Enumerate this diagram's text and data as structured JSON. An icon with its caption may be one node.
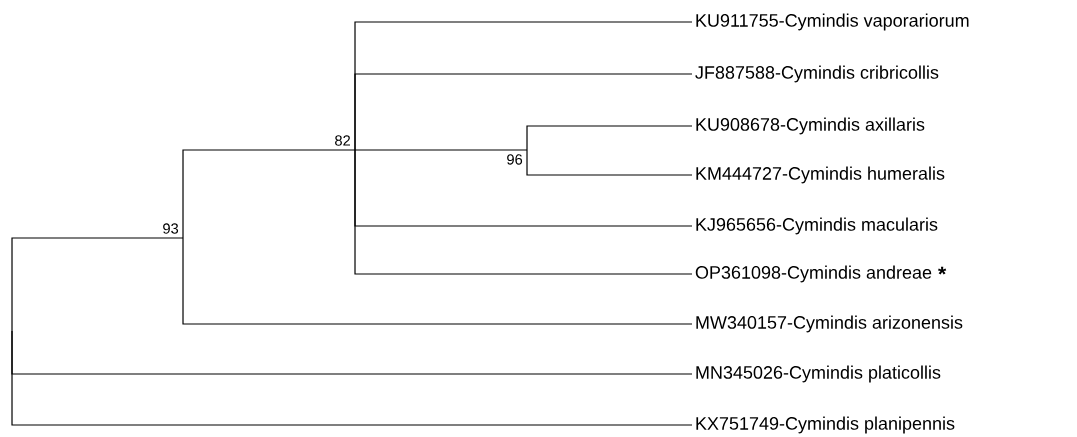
{
  "diagram": {
    "nodes": [
      {
        "text": [
          "KU911755-Cymindis vaporariorum"
        ]
      },
      {
        "text": [
          "JF887588-Cymindis cribricollis"
        ]
      },
      {
        "text": [
          "KU908678-Cymindis axillaris"
        ]
      },
      {
        "text": [
          "KM444727-Cymindis humeralis"
        ]
      },
      {
        "text": [
          "KJ965656-Cymindis macularis"
        ]
      },
      {
        "text": [
          "OP361098-Cymindis andreae"
        ],
        "beside": [
          "*"
        ]
      },
      {
        "text": [
          "MW340157-Cymindis arizonensis"
        ]
      },
      {
        "text": [
          "MN345026-Cymindis platicollis"
        ]
      },
      {
        "text": [
          "KX751749-Cymindis planipennis"
        ]
      },
      {
        "text": [
          "93"
        ]
      },
      {
        "text": [
          "82"
        ]
      },
      {
        "text": [
          "96"
        ]
      }
    ],
    "edges": [
      {
        "from": null,
        "to": 9,
        "arrow": "none"
      },
      {
        "from": null,
        "to": 7,
        "arrow": "none"
      },
      {
        "from": null,
        "to": 8,
        "arrow": "none"
      },
      {
        "from": 9,
        "to": 10,
        "arrow": "none"
      },
      {
        "from": 9,
        "to": 6,
        "arrow": "none"
      },
      {
        "from": 10,
        "to": 0,
        "arrow": "none"
      },
      {
        "from": 10,
        "to": 1,
        "arrow": "none"
      },
      {
        "from": 10,
        "to": 11,
        "arrow": "none"
      },
      {
        "from": 10,
        "to": 4,
        "arrow": "none"
      },
      {
        "from": 10,
        "to": 5,
        "arrow": "none"
      },
      {
        "from": 11,
        "to": 2,
        "arrow": "none"
      },
      {
        "from": 11,
        "to": 3,
        "arrow": "none"
      }
    ]
  }
}
